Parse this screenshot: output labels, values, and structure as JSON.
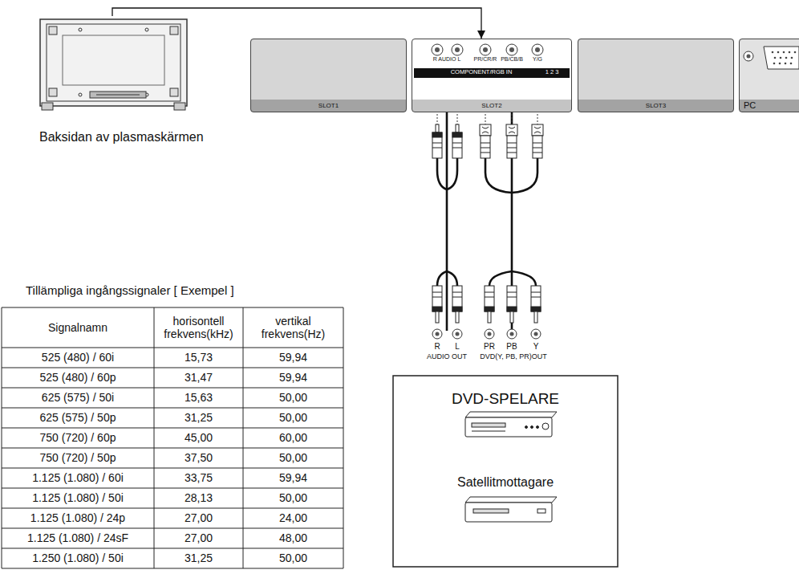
{
  "diagram": {
    "nodes": [
      {
        "text": [
          "Baksidan av plasmaskärmen"
        ]
      },
      {
        "text": [
          "SLOT1"
        ]
      },
      {
        "text": [
          "SLOT2"
        ]
      },
      {
        "text": [
          "SLOT3"
        ]
      },
      {
        "text": [
          "PC"
        ]
      },
      {
        "text": [
          "DVD-SPELARE",
          "Satellitmottagare"
        ]
      }
    ],
    "edges": [
      {
        "from": 0,
        "to": 2,
        "arrow": "to"
      },
      {
        "from": 2,
        "to": 5,
        "arrow": "none"
      },
      {
        "from": 2,
        "to": 5,
        "arrow": "none"
      }
    ],
    "labels": [
      "R AUDIO L",
      "PR/CR/R",
      "PB/CB/B",
      "Y/G",
      "COMPONENT/RGB IN",
      "1 2 3",
      "R",
      "L",
      "PR",
      "PB",
      "Y",
      "AUDIO OUT",
      "DVD(Y, PB, PR)OUT",
      "Tillämpliga ingångssignaler [ Exempel ]",
      "Signalnamn",
      "horisontell frekvens(kHz)",
      "vertikal frekvens(Hz)",
      "525 (480) / 60i",
      "15,73",
      "59,94",
      "525 (480) / 60p",
      "31,47",
      "59,94",
      "625 (575) / 50i",
      "15,63",
      "50,00",
      "625 (575) / 50p",
      "31,25",
      "50,00",
      "750 (720) / 60p",
      "45,00",
      "60,00",
      "750 (720) / 50p",
      "37,50",
      "50,00",
      "1.125 (1.080) / 60i",
      "33,75",
      "59,94",
      "1.125 (1.080) / 50i",
      "28,13",
      "50,00",
      "1.125 (1.080) / 24p",
      "27,00",
      "24,00",
      "1.125 (1.080) / 24sF",
      "27,00",
      "48,00",
      "1.250 (1.080) / 50i",
      "31,25",
      "50,00"
    ]
  }
}
